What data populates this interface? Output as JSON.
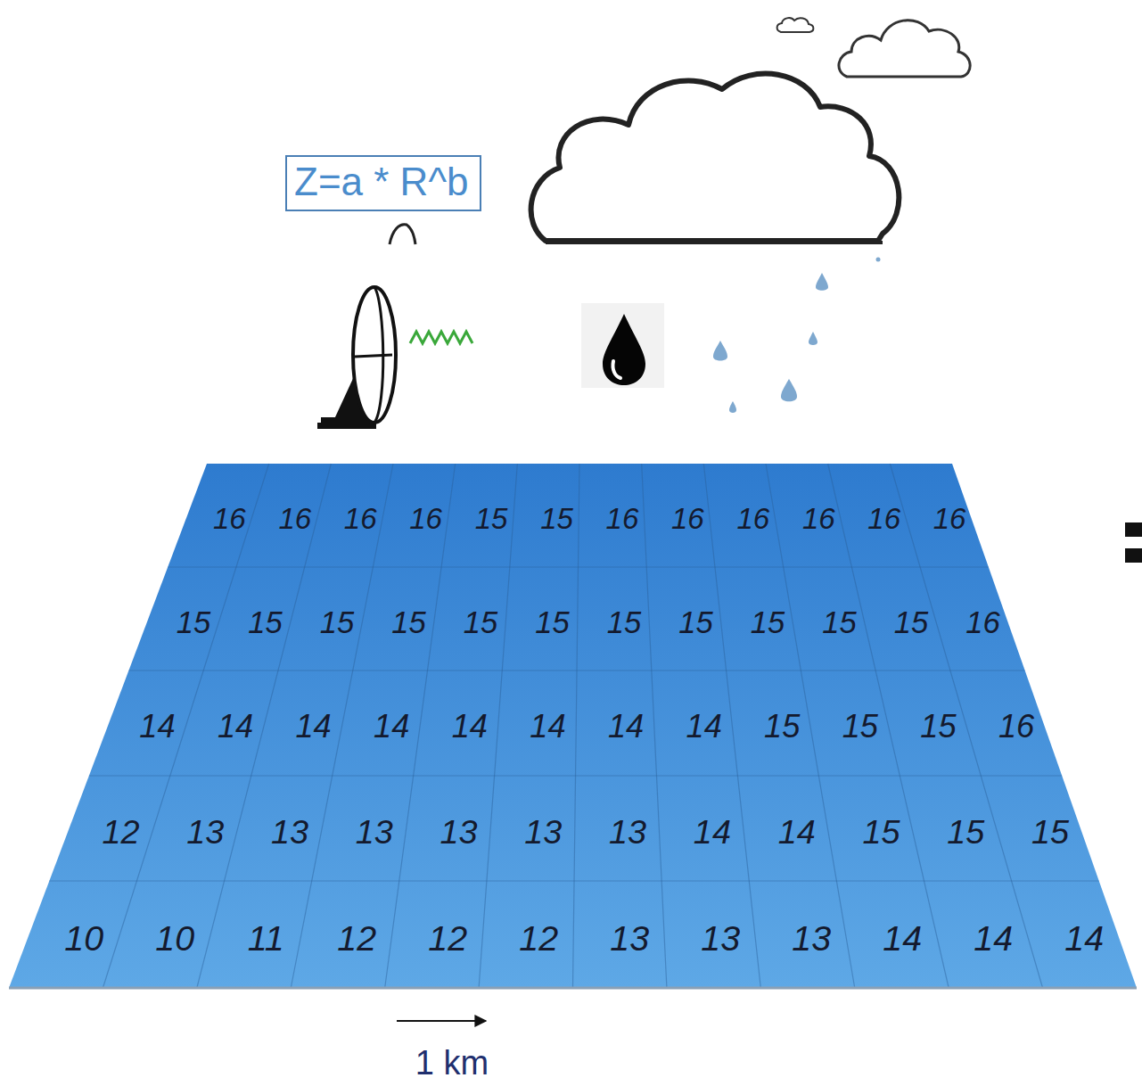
{
  "diagram": {
    "nodes": [
      {
        "text": [
          "Z=a * R^b"
        ]
      }
    ],
    "labels": [
      "16",
      "16",
      "16",
      "16",
      "15",
      "15",
      "16",
      "16",
      "16",
      "16",
      "16",
      "16",
      "15",
      "15",
      "15",
      "15",
      "15",
      "15",
      "15",
      "15",
      "15",
      "15",
      "15",
      "16",
      "14",
      "14",
      "14",
      "14",
      "14",
      "14",
      "14",
      "14",
      "15",
      "15",
      "15",
      "16",
      "12",
      "13",
      "13",
      "13",
      "13",
      "13",
      "13",
      "14",
      "14",
      "15",
      "15",
      "15",
      "10",
      "10",
      "11",
      "12",
      "12",
      "12",
      "13",
      "13",
      "13",
      "14",
      "14",
      "14",
      "1 km"
    ]
  }
}
